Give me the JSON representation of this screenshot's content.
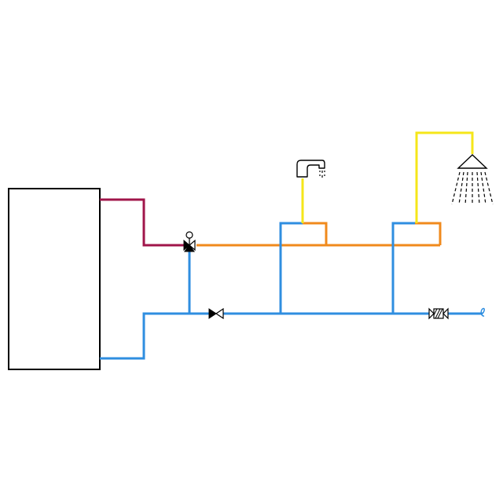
{
  "colors": {
    "background": "#ffffff",
    "tank_outline": "#000000",
    "hot_supply": "#a0154a",
    "mixed_hot": "#f08a1c",
    "cold_water": "#2f8ee0",
    "outlet_feed": "#f5e619",
    "symbol_stroke": "#000000"
  },
  "components": {
    "tank": "storage-tank",
    "mixing_valve": "three-way-thermostatic-mixing-valve",
    "check_valve": "check-valve",
    "strainer": "strainer",
    "basin_tap": "tap-icon",
    "shower": "shower-icon"
  }
}
